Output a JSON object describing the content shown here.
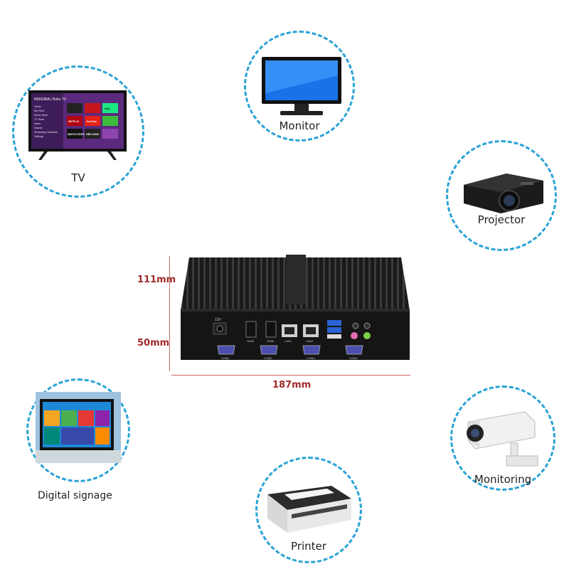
{
  "devices": {
    "tv": {
      "label": "TV"
    },
    "monitor": {
      "label": "Monitor"
    },
    "projector": {
      "label": "Projector"
    },
    "digital_signage": {
      "label": "Digital signage"
    },
    "monitoring": {
      "label": "Monitoring"
    },
    "printer": {
      "label": "Printer"
    }
  },
  "tv_screen": {
    "brand": "INSIGNIA | Roku TV",
    "menu": [
      "Home",
      "My Feed",
      "Movie Store",
      "TV Store",
      "News",
      "Search",
      "Streaming Channels",
      "Settings"
    ],
    "apps": [
      "NETFLIX",
      "YouTube",
      "hulu",
      "WATCH ESPN",
      "HBO NOW"
    ]
  },
  "mini_pc": {
    "ports": [
      "12V",
      "HDMI",
      "HDMI",
      "LAN1",
      "LAN2",
      "COM1",
      "COM2",
      "COM3",
      "COM4"
    ]
  },
  "dimensions": {
    "height_total": "111mm",
    "height_front": "50mm",
    "width": "187mm"
  },
  "colors": {
    "accent_dashed": "#2ba3d6",
    "dimension_text": "#a02a2a"
  }
}
